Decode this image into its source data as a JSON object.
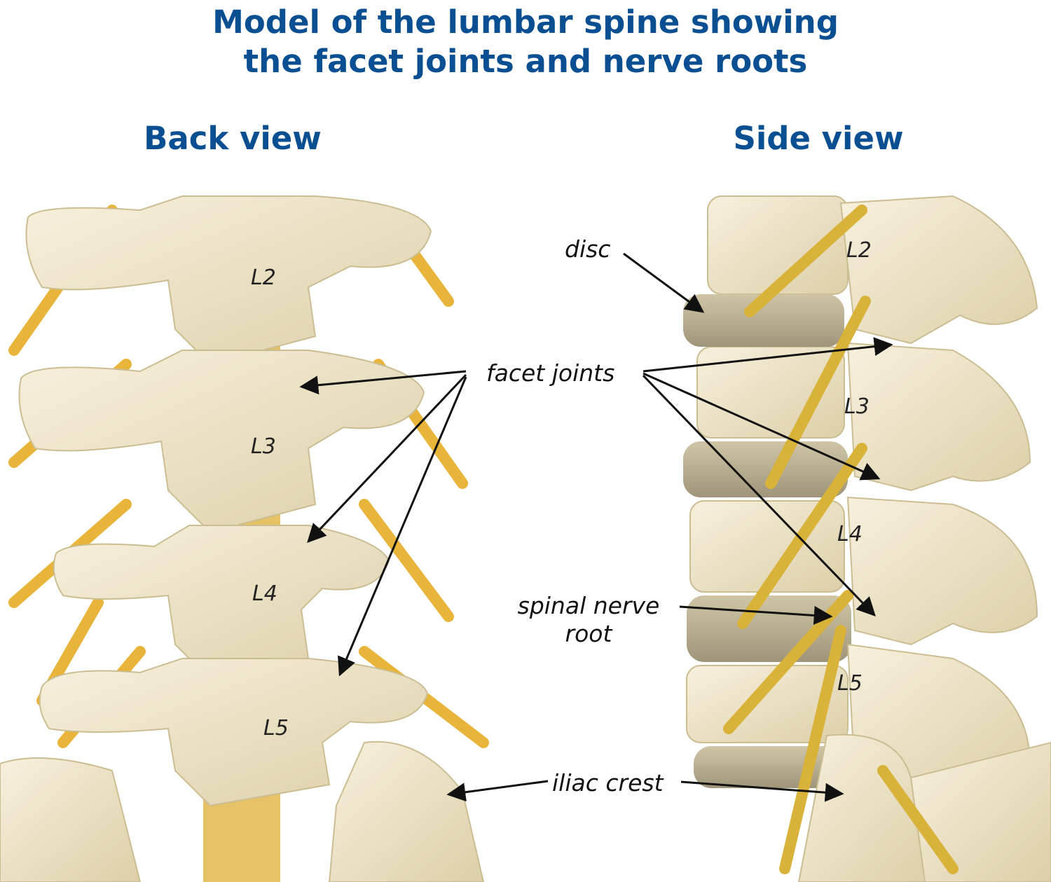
{
  "title": {
    "line1": "Model of the lumbar spine showing",
    "line2": "the facet joints and nerve roots"
  },
  "views": {
    "back": "Back view",
    "side": "Side view"
  },
  "labels": {
    "disc": "disc",
    "facet_joints": "facet joints",
    "spinal_nerve_root_line1": "spinal nerve",
    "spinal_nerve_root_line2": "root",
    "iliac_crest": "iliac crest"
  },
  "vertebrae": {
    "back": [
      "L2",
      "L3",
      "L4",
      "L5"
    ],
    "side": [
      "L2",
      "L3",
      "L4",
      "L5"
    ]
  },
  "colors": {
    "title": "#0a4f92",
    "bone": "#efe6cd",
    "nerve": "#e8b43a",
    "disc": "#b9ae90"
  }
}
